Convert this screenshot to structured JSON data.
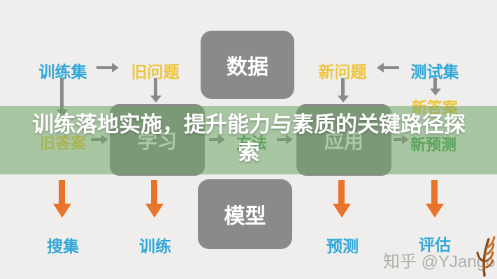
{
  "banner": {
    "title": "训练落地实施，提升能力与素质的关键路径探索"
  },
  "diagram": {
    "top_row": {
      "train_set": "训练集",
      "old_question": "旧问题",
      "data_box": "数据",
      "new_question": "新问题",
      "test_set": "测试集"
    },
    "middle_row": {
      "old_answer": "旧答案",
      "learn_box": "学习",
      "method": "方法",
      "apply_box": "应用",
      "new_prediction": "新预测",
      "new_answer": "新答案"
    },
    "bottom_row": {
      "model_box": "模型",
      "collect": "搜集",
      "train": "训练",
      "predict": "预测",
      "evaluate": "评估"
    }
  },
  "watermark": {
    "text": "知乎 @YJango"
  },
  "colors": {
    "background": "#efeeec",
    "box_gray": "#8a8a8a",
    "overlay_green": "#72a569",
    "label_blue": "#2fa7d9",
    "label_yellow": "#eec63d",
    "label_green": "#3da04a",
    "arrow_gray": "#8a8a8a",
    "arrow_orange": "#e8742c",
    "title_white": "#ffffff",
    "watermark_gray": "#b1afac"
  }
}
